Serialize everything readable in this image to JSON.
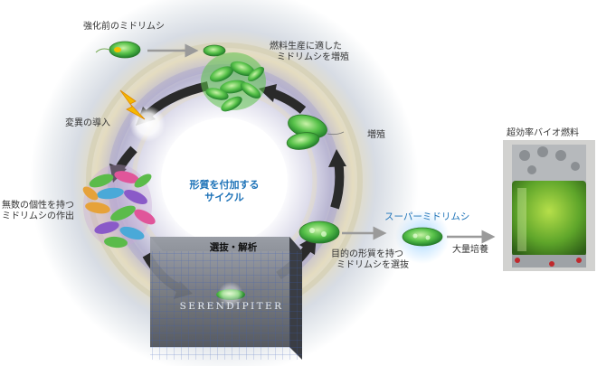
{
  "diagram": {
    "center_label_lines": [
      "形質を付加する",
      "サイクル"
    ],
    "selection_box": {
      "label": "選抜・解析",
      "device_name": "SERENDIPITER"
    },
    "labels": {
      "before_enhancement": "強化前のミドリムシ",
      "fuel_propagation": [
        "燃料生産に適した",
        "ミドリムシを増殖"
      ],
      "mutation": "変異の導入",
      "proliferation": "増殖",
      "diversity": [
        "無数の個性を持つ",
        "ミドリムシの作出"
      ],
      "target_selection": [
        "目的の形質を持つ",
        "ミドリムシを選抜"
      ],
      "super_euglena": "スーパーミドリムシ",
      "mass_culture": "大量培養",
      "biofuel": "超効率バイオ燃料"
    },
    "colors": {
      "cycle_arrow": "#2a2a2a",
      "accent_blue": "#1e73b8",
      "euglena_green": "#3cab3a",
      "lightning": "#f5b800",
      "flow_arrow": "#9a9a9a"
    }
  }
}
